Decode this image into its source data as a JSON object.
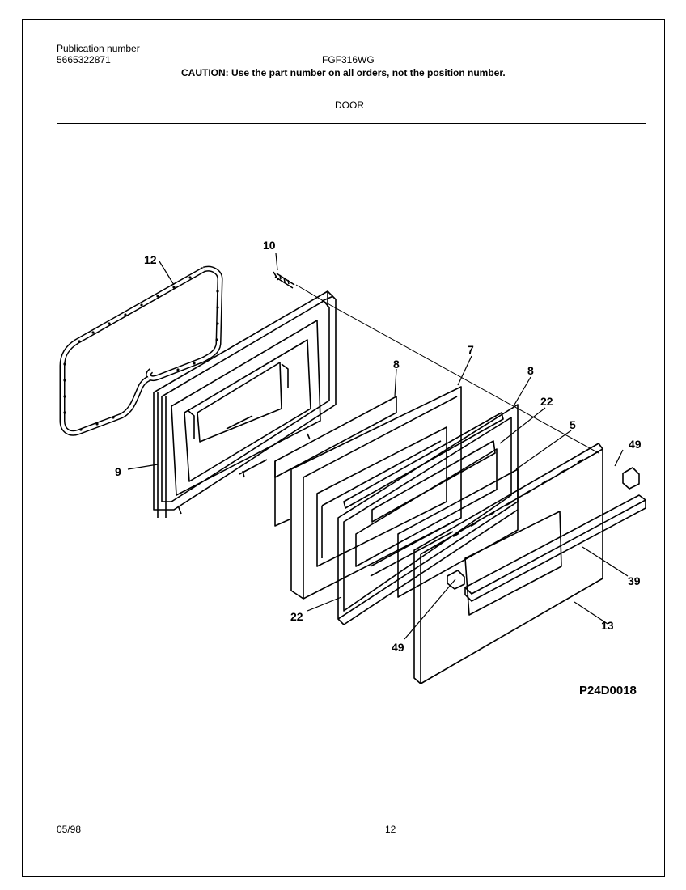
{
  "header": {
    "publication_label": "Publication number",
    "publication_number": "5665322871",
    "model": "FGF316WG",
    "caution": "CAUTION:  Use the part number on all orders, not the position number.",
    "section_title": "DOOR"
  },
  "diagram": {
    "callouts": {
      "c12": "12",
      "c10": "10",
      "c9": "9",
      "c8a": "8",
      "c7": "7",
      "c8b": "8",
      "c22a": "22",
      "c5": "5",
      "c49a": "49",
      "c39": "39",
      "c13": "13",
      "c49b": "49",
      "c22b": "22"
    },
    "drawing_code": "P24D0018"
  },
  "footer": {
    "date": "05/98",
    "page": "12"
  }
}
